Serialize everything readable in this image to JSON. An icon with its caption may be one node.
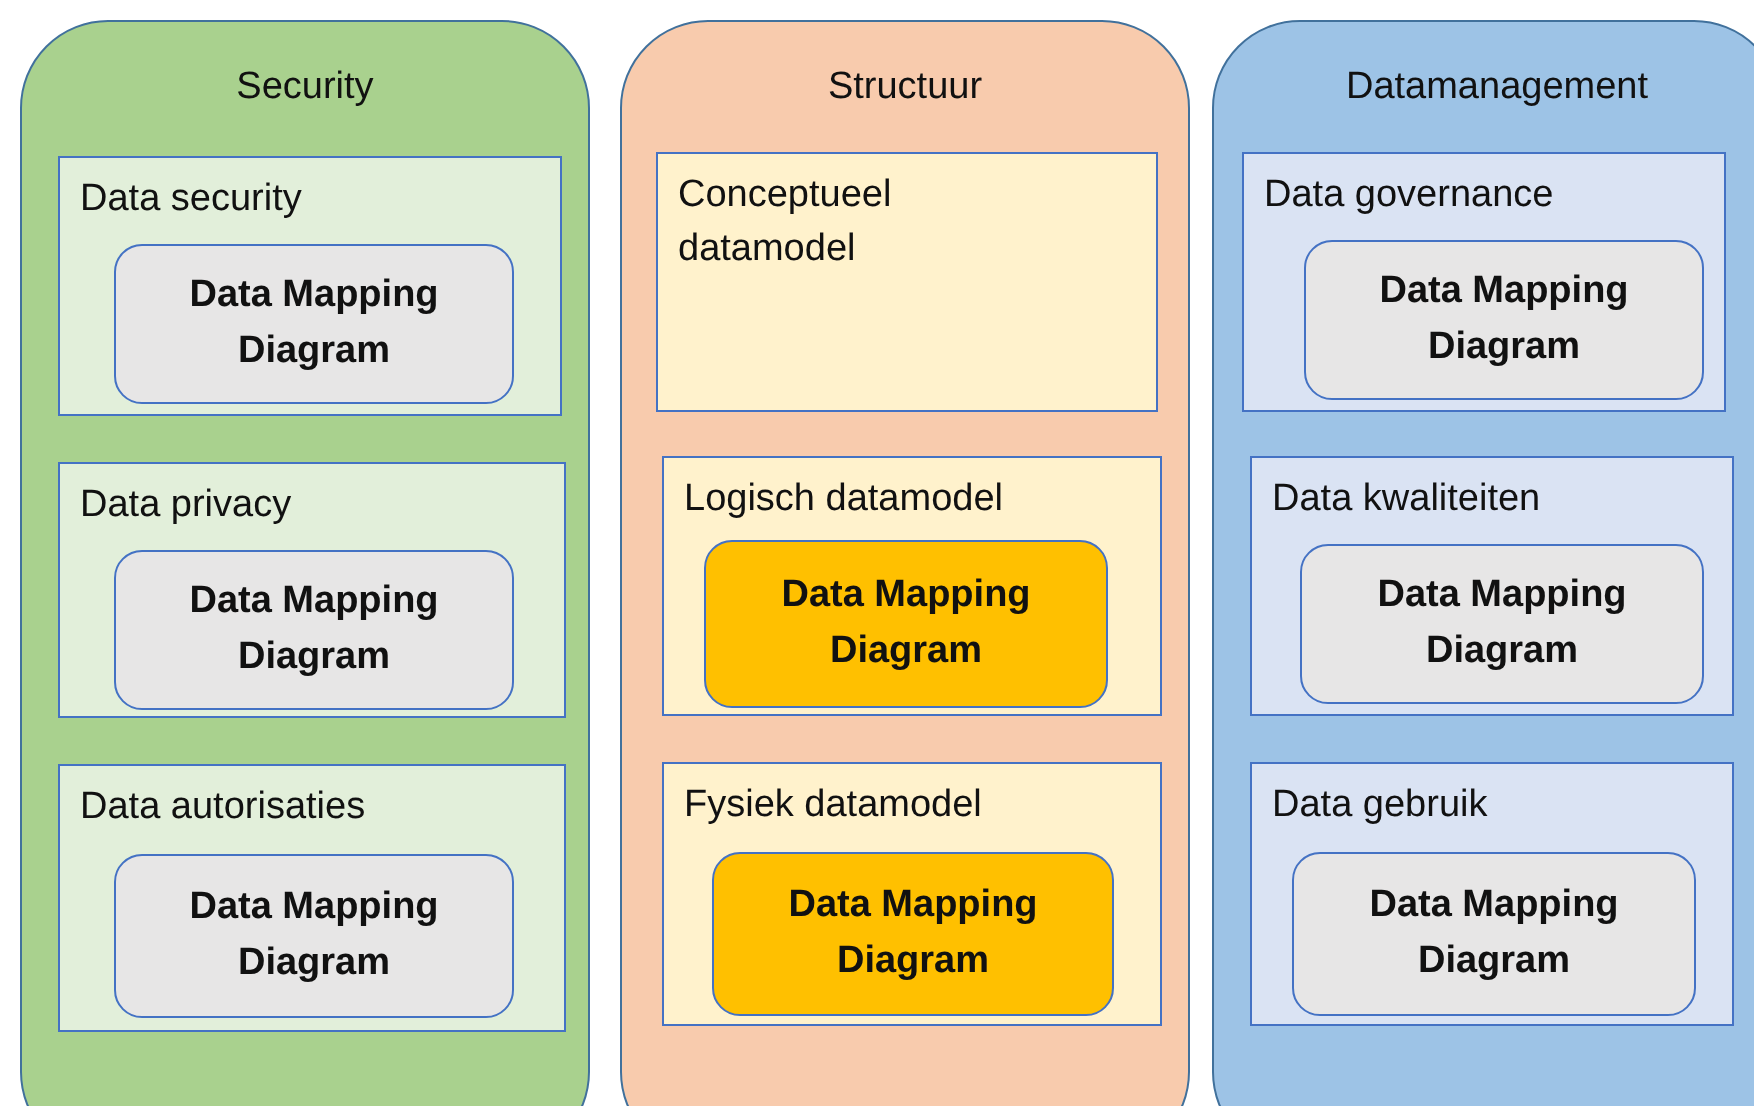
{
  "diagram": {
    "nodes": [
      {
        "text": [
          "Security"
        ]
      },
      {
        "text": [
          "Data security"
        ],
        "in": 0
      },
      {
        "text": [
          "Data Mapping Diagram"
        ],
        "in": 1
      },
      {
        "text": [
          "Data privacy"
        ],
        "in": 0
      },
      {
        "text": [
          "Data Mapping Diagram"
        ],
        "in": 3
      },
      {
        "text": [
          "Data autorisaties"
        ],
        "in": 0
      },
      {
        "text": [
          "Data Mapping Diagram"
        ],
        "in": 5
      },
      {
        "text": [
          "Structuur"
        ]
      },
      {
        "text": [
          "Conceptueel datamodel"
        ],
        "in": 7
      },
      {
        "text": [
          "Logisch datamodel"
        ],
        "in": 7
      },
      {
        "text": [
          "Data Mapping Diagram"
        ],
        "in": 9
      },
      {
        "text": [
          "Fysiek datamodel"
        ],
        "in": 7
      },
      {
        "text": [
          "Data Mapping Diagram"
        ],
        "in": 11
      },
      {
        "text": [
          "Datamanagement"
        ]
      },
      {
        "text": [
          "Data governance"
        ],
        "in": 13
      },
      {
        "text": [
          "Data Mapping Diagram"
        ],
        "in": 14
      },
      {
        "text": [
          "Data kwaliteiten"
        ],
        "in": 13
      },
      {
        "text": [
          "Data Mapping Diagram"
        ],
        "in": 16
      },
      {
        "text": [
          "Data gebruik"
        ],
        "in": 13
      },
      {
        "text": [
          "Data Mapping Diagram"
        ],
        "in": 18
      }
    ],
    "edges": []
  }
}
